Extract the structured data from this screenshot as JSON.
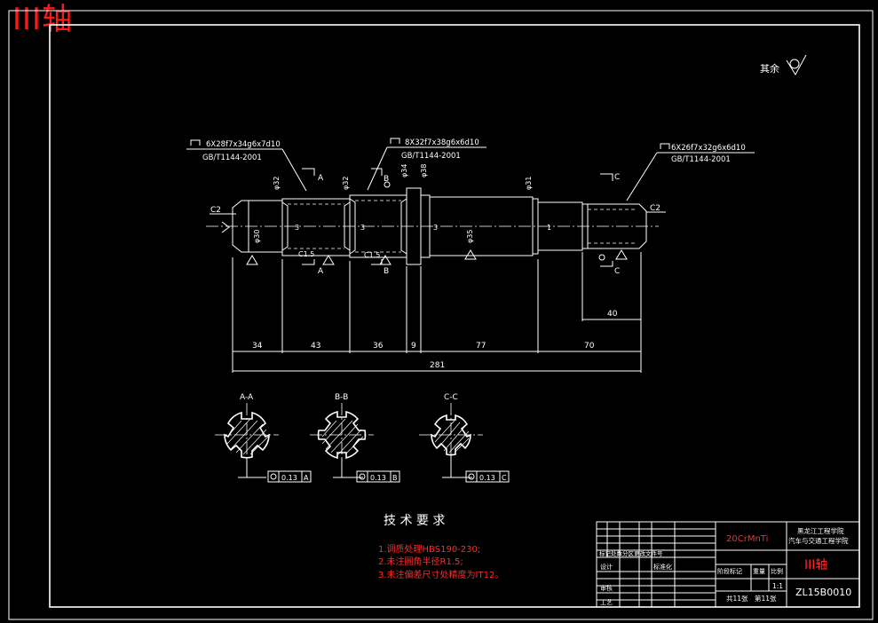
{
  "drawing_title": "III轴",
  "surface_note": {
    "label": "其余"
  },
  "spline_specs": [
    {
      "code": "6X28f7x34g6x7d10",
      "std": "GB/T1144-2001"
    },
    {
      "code": "8X32f7x38g6x6d10",
      "std": "GB/T1144-2001"
    },
    {
      "code": "6X26f7x32g6x6d10",
      "std": "GB/T1144-2001"
    }
  ],
  "chamfers": {
    "left": "C2",
    "right": "C2",
    "c15a": "C1.5",
    "c15b": "C1.5"
  },
  "section_marks": {
    "a": "A",
    "b": "B",
    "c": "C"
  },
  "diameters": {
    "d32": "φ32",
    "d34": "φ34",
    "d38": "φ38",
    "d31": "φ31",
    "d35": "φ35",
    "d30": "φ30"
  },
  "small_labels": {
    "three": "3",
    "one": "1"
  },
  "dims_bottom": {
    "segments": [
      "34",
      "43",
      "36",
      "9",
      "77",
      "70"
    ],
    "total": "281",
    "right_len": "40"
  },
  "sections": [
    {
      "label": "A-A",
      "tol": "0.13",
      "datum": "A"
    },
    {
      "label": "B-B",
      "tol": "0.13",
      "datum": "B"
    },
    {
      "label": "C-C",
      "tol": "0.13",
      "datum": "C"
    }
  ],
  "tech_req": {
    "title": "技 术 要 求",
    "items": [
      "1.调质处理HBS190-230;",
      "2.未注圆角半径R1.5;",
      "3.未注偏差尺寸处精度为IT12。"
    ]
  },
  "title_block": {
    "material": "20CrMnTi",
    "school_line1": "黑龙江工程学院",
    "school_line2": "汽车与交通工程学院",
    "part_name": "III轴",
    "drawing_no": "ZL15B0010",
    "sheets": "共11张",
    "sheet_no": "第11张",
    "scale": "1:1",
    "stage_mark": "阶段标记",
    "weight": "重量",
    "ratio": "比例",
    "design": "设计",
    "standard": "标准化",
    "review": "审核",
    "process": "工艺",
    "mark_row": "标记处数分区更改文件号"
  }
}
